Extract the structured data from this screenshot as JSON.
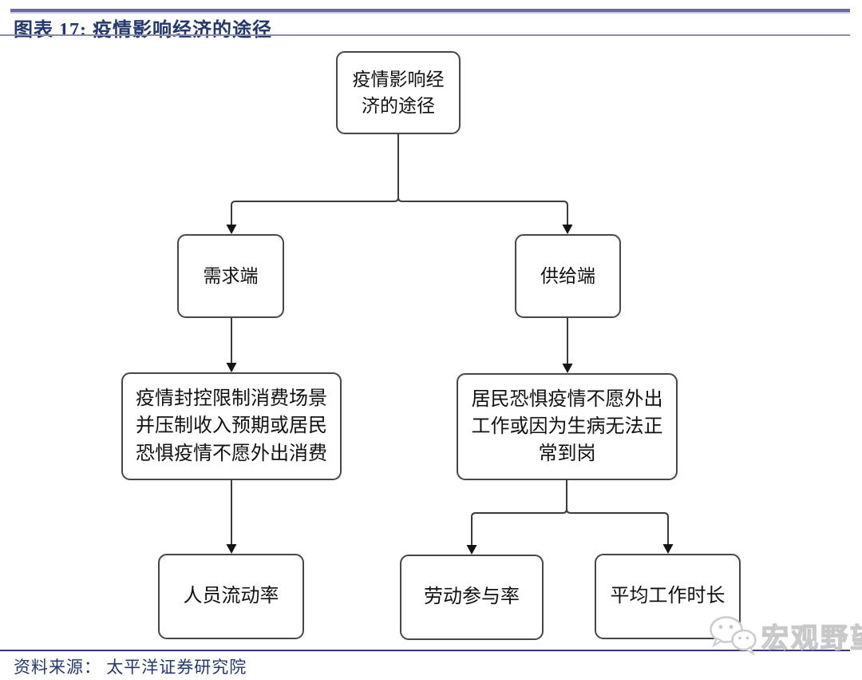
{
  "header": {
    "title": "图表 17:  疫情影响经济的途径"
  },
  "flowchart": {
    "root": "疫情影响经\n济的途径",
    "demand": "需求端",
    "supply": "供给端",
    "demand_detail": "疫情封控限制消费场景\n并压制收入预期或居民\n恐惧疫情不愿外出消费",
    "supply_detail": "居民恐惧疫情不愿外出\n工作或因为生病无法正\n常到岗",
    "demand_metric": "人员流动率",
    "supply_metric_participation": "劳动参与率",
    "supply_metric_hours": "平均工作时长"
  },
  "footer": {
    "source": "资料来源： 太平洋证券研究院"
  },
  "watermark": {
    "text": "宏观野望",
    "icon": "wechat-icon"
  },
  "colors": {
    "title_text": "#24386b",
    "header_rule_dark": "#6b6b9b",
    "header_rule_light": "#c9c9e2",
    "title_underline": "#8a8aae",
    "footer_divider": "#3a3a68",
    "node_border": "#474747",
    "connector": "#3b3b3b",
    "watermark_gray": "#c8c8c8"
  }
}
